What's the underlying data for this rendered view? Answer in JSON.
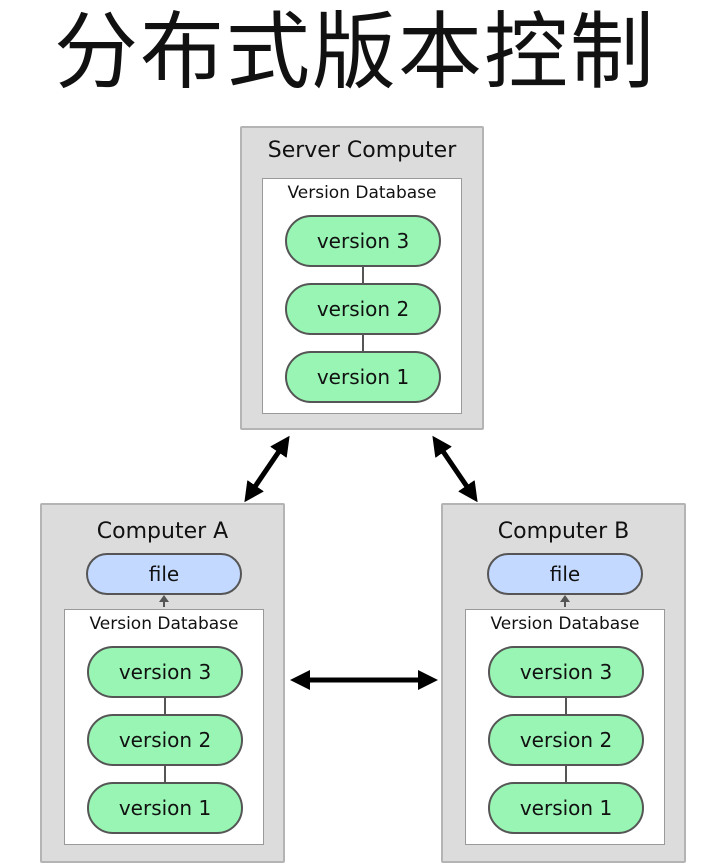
{
  "title": "分布式版本控制",
  "server": {
    "label": "Server  Computer",
    "database": {
      "label": "Version Database",
      "versions": [
        "version 3",
        "version 2",
        "version 1"
      ]
    }
  },
  "computer_a": {
    "label": "Computer  A",
    "file": "file",
    "database": {
      "label": "Version Database",
      "versions": [
        "version 3",
        "version 2",
        "version 1"
      ]
    }
  },
  "computer_b": {
    "label": "Computer  B",
    "file": "file",
    "database": {
      "label": "Version Database",
      "versions": [
        "version 3",
        "version 2",
        "version 1"
      ]
    }
  },
  "colors": {
    "version_fill": "#98f5b4",
    "file_fill": "#c4d9ff",
    "machine_fill": "#dcdcdc",
    "arrow": "#000000"
  }
}
